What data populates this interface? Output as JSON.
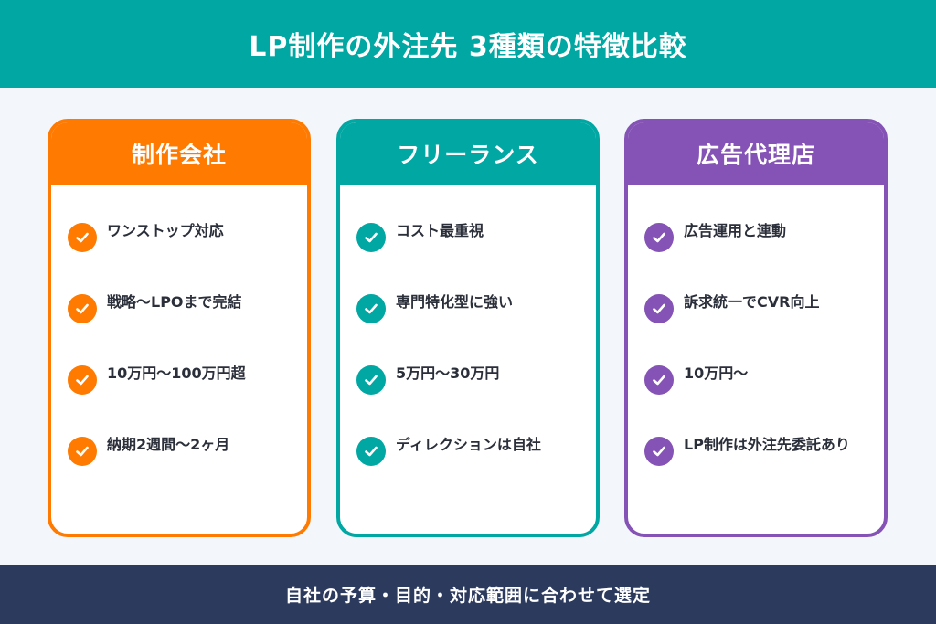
{
  "header": {
    "title": "LP制作の外注先 3種類の特徴比較"
  },
  "cards": [
    {
      "title": "制作会社",
      "color": "#ff7a00",
      "items": [
        "ワンストップ対応",
        "戦略〜LPOまで完結",
        "10万円〜100万円超",
        "納期2週間〜2ヶ月"
      ]
    },
    {
      "title": "フリーランス",
      "color": "#00a7a3",
      "items": [
        "コスト最重視",
        "専門特化型に強い",
        "5万円〜30万円",
        "ディレクションは自社"
      ]
    },
    {
      "title": "広告代理店",
      "color": "#8552b5",
      "items": [
        "広告運用と連動",
        "訴求統一でCVR向上",
        "10万円〜",
        "LP制作は外注先委託あり"
      ]
    }
  ],
  "footer": {
    "text": "自社の予算・目的・対応範囲に合わせて選定"
  },
  "colors": {
    "header_bg": "#00a7a3",
    "footer_bg": "#2c3a5e",
    "page_bg": "#f3f6fa"
  },
  "icons": {
    "item_marker": "check-circle-icon"
  }
}
